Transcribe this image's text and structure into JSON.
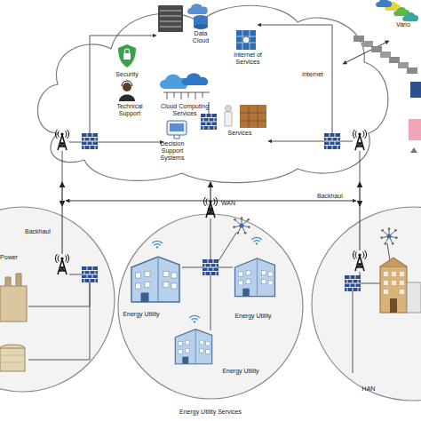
{
  "diagram": {
    "nodes": [
      {
        "text": [
          "Security",
          "Data Cloud",
          "Internet of Services",
          "Technical Support",
          "Cloud Computing Services",
          "Decision Support Systems",
          "Services"
        ]
      },
      {
        "text": [
          "Power"
        ]
      },
      {
        "text": [
          "Energy Utility",
          "Energy Utility",
          "Energy Utility",
          "Energy Utility Services"
        ]
      },
      {
        "text": [
          "HAN"
        ]
      }
    ],
    "edges": [
      {
        "from": 0,
        "to": 1,
        "label": "Backhaul",
        "arrow": "both"
      },
      {
        "from": 0,
        "to": 2,
        "label": "WAN",
        "arrow": "both"
      },
      {
        "from": 0,
        "to": 3,
        "label": "Backhaul",
        "arrow": "both"
      }
    ],
    "labels": [
      "Internet",
      "Vario"
    ]
  }
}
